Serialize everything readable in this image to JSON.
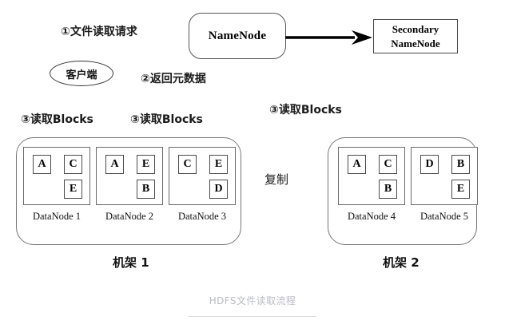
{
  "caption": {
    "text": "HDFS文件读取流程"
  },
  "nodes": {
    "namenode": {
      "label": "NameNode"
    },
    "secondary_namenode": {
      "line1": "Secondary",
      "line2": "NameNode"
    },
    "client": {
      "label": "客户端"
    }
  },
  "flow_labels": {
    "step1": "①文件读取请求",
    "step2": "②返回元数据",
    "step3_a": "③读取Blocks",
    "step3_b": "③读取Blocks",
    "step3_c": "③读取Blocks",
    "replicate": "复制"
  },
  "racks": [
    {
      "id": "rack-1",
      "label": "机架 1",
      "datanodes": [
        {
          "name": "DataNode 1",
          "blocks": [
            {
              "letter": "A",
              "pos": "p-tl"
            },
            {
              "letter": "C",
              "pos": "p-tr"
            },
            {
              "letter": "E",
              "pos": "p-br"
            }
          ]
        },
        {
          "name": "DataNode 2",
          "blocks": [
            {
              "letter": "A",
              "pos": "p-tl"
            },
            {
              "letter": "E",
              "pos": "p-tr"
            },
            {
              "letter": "B",
              "pos": "p-br"
            }
          ]
        },
        {
          "name": "DataNode 3",
          "blocks": [
            {
              "letter": "C",
              "pos": "p-tl"
            },
            {
              "letter": "E",
              "pos": "p-tr"
            },
            {
              "letter": "D",
              "pos": "p-br"
            }
          ]
        }
      ]
    },
    {
      "id": "rack-2",
      "label": "机架 2",
      "datanodes": [
        {
          "name": "DataNode 4",
          "blocks": [
            {
              "letter": "A",
              "pos": "p-tl"
            },
            {
              "letter": "C",
              "pos": "p-tr"
            },
            {
              "letter": "B",
              "pos": "p-br"
            }
          ]
        },
        {
          "name": "DataNode 5",
          "blocks": [
            {
              "letter": "D",
              "pos": "p-tl"
            },
            {
              "letter": "B",
              "pos": "p-tr"
            },
            {
              "letter": "E",
              "pos": "p-br"
            }
          ]
        }
      ]
    }
  ],
  "colors": {
    "stroke": "#555555",
    "arrow": "#000000",
    "caption": "#b9bcc4"
  }
}
